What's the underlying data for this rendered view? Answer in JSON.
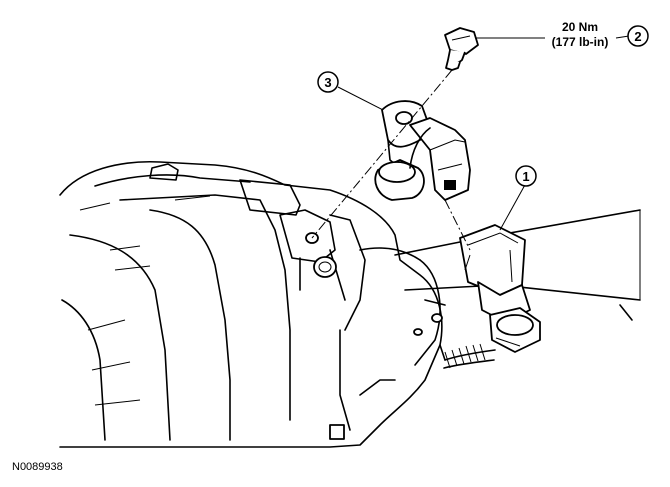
{
  "figure_id": "N0089938",
  "torque": {
    "line1": "20 Nm",
    "line2": "(177 lb-in)"
  },
  "callouts": [
    {
      "number": "1"
    },
    {
      "number": "2"
    },
    {
      "number": "3"
    }
  ]
}
